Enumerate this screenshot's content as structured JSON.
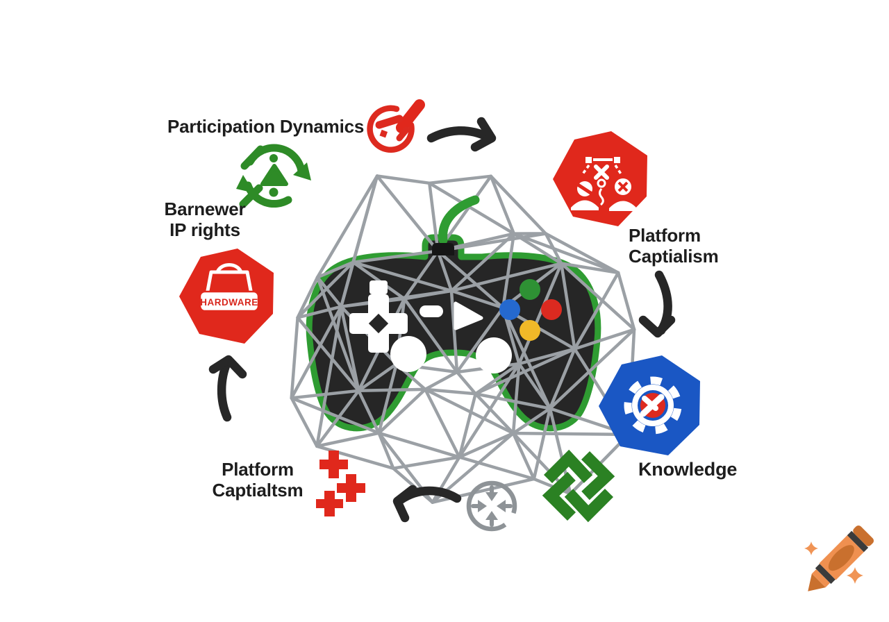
{
  "diagram": {
    "labels": {
      "participation_dynamics": "Participation Dynamics",
      "barnewer_line1": "Barnewer",
      "barnewer_line2": "IP rights",
      "platform_capitalism_right_line1": "Platform",
      "platform_capitalism_right_line2": "Captialism",
      "platform_capitalism_left_line1": "Platform",
      "platform_capitalism_left_line2": "Captialtsm",
      "knowledge": "Knowledge",
      "hardware_badge": "HARDWARE"
    },
    "icons": {
      "center": "game-controller-icon",
      "top": "red-marker-no-sign-icon",
      "upper_left": "green-recycle-triangle-icon",
      "left_heptagon": "red-heptagon-hardware-bag-icon",
      "top_right_heptagon": "red-heptagon-strategy-players-icon",
      "bottom_right_heptagon": "blue-heptagon-gear-icon",
      "bottom_left": "red-crosses-icon",
      "bottom_center": "gray-converge-arrows-icon",
      "bottom_right": "green-pinwheel-icon",
      "watermark": "orange-crayon-logo"
    },
    "colors": {
      "red": "#e0281c",
      "green": "#2e8b27",
      "green_bright": "#2f9c32",
      "blue": "#1a57c4",
      "web_gray": "#9ba0a5",
      "arrow_black": "#272727",
      "controller_body": "#262626",
      "button_green": "#2e9134",
      "button_blue": "#2569cf",
      "button_red": "#dc2a20",
      "button_yellow": "#f1b928",
      "crayon_orange": "#ef9050",
      "crayon_dark_orange": "#c9702e",
      "badge_text_red": "#d8251c",
      "text": "#1d1d1d"
    }
  }
}
